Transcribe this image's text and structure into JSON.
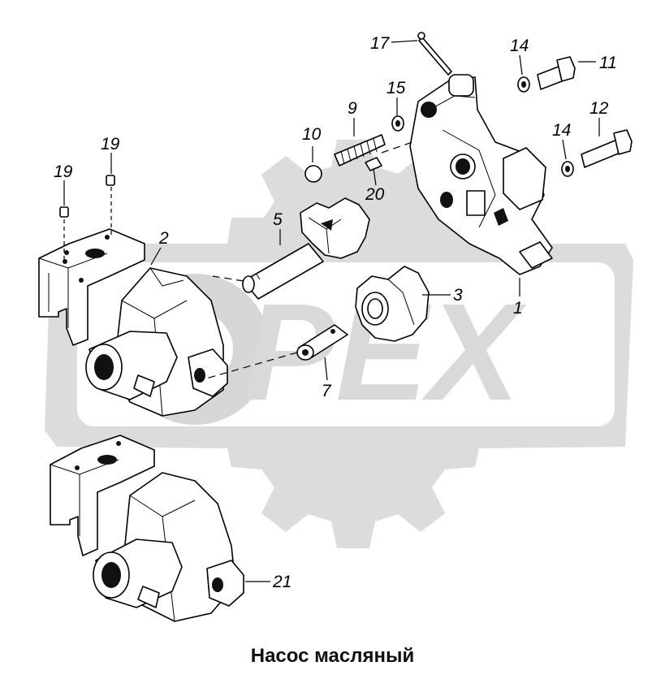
{
  "caption": "Насос масляный",
  "watermark": {
    "text": "PEX",
    "color": "#d9d9d9"
  },
  "callouts": [
    {
      "id": "1",
      "text": "1"
    },
    {
      "id": "2",
      "text": "2"
    },
    {
      "id": "3",
      "text": "3"
    },
    {
      "id": "5",
      "text": "5"
    },
    {
      "id": "7",
      "text": "7"
    },
    {
      "id": "9",
      "text": "9"
    },
    {
      "id": "10",
      "text": "10"
    },
    {
      "id": "11",
      "text": "11"
    },
    {
      "id": "12",
      "text": "12"
    },
    {
      "id": "14a",
      "text": "14"
    },
    {
      "id": "14b",
      "text": "14"
    },
    {
      "id": "15",
      "text": "15"
    },
    {
      "id": "17",
      "text": "17"
    },
    {
      "id": "19a",
      "text": "19"
    },
    {
      "id": "19b",
      "text": "19"
    },
    {
      "id": "20",
      "text": "20"
    },
    {
      "id": "21",
      "text": "21"
    }
  ]
}
